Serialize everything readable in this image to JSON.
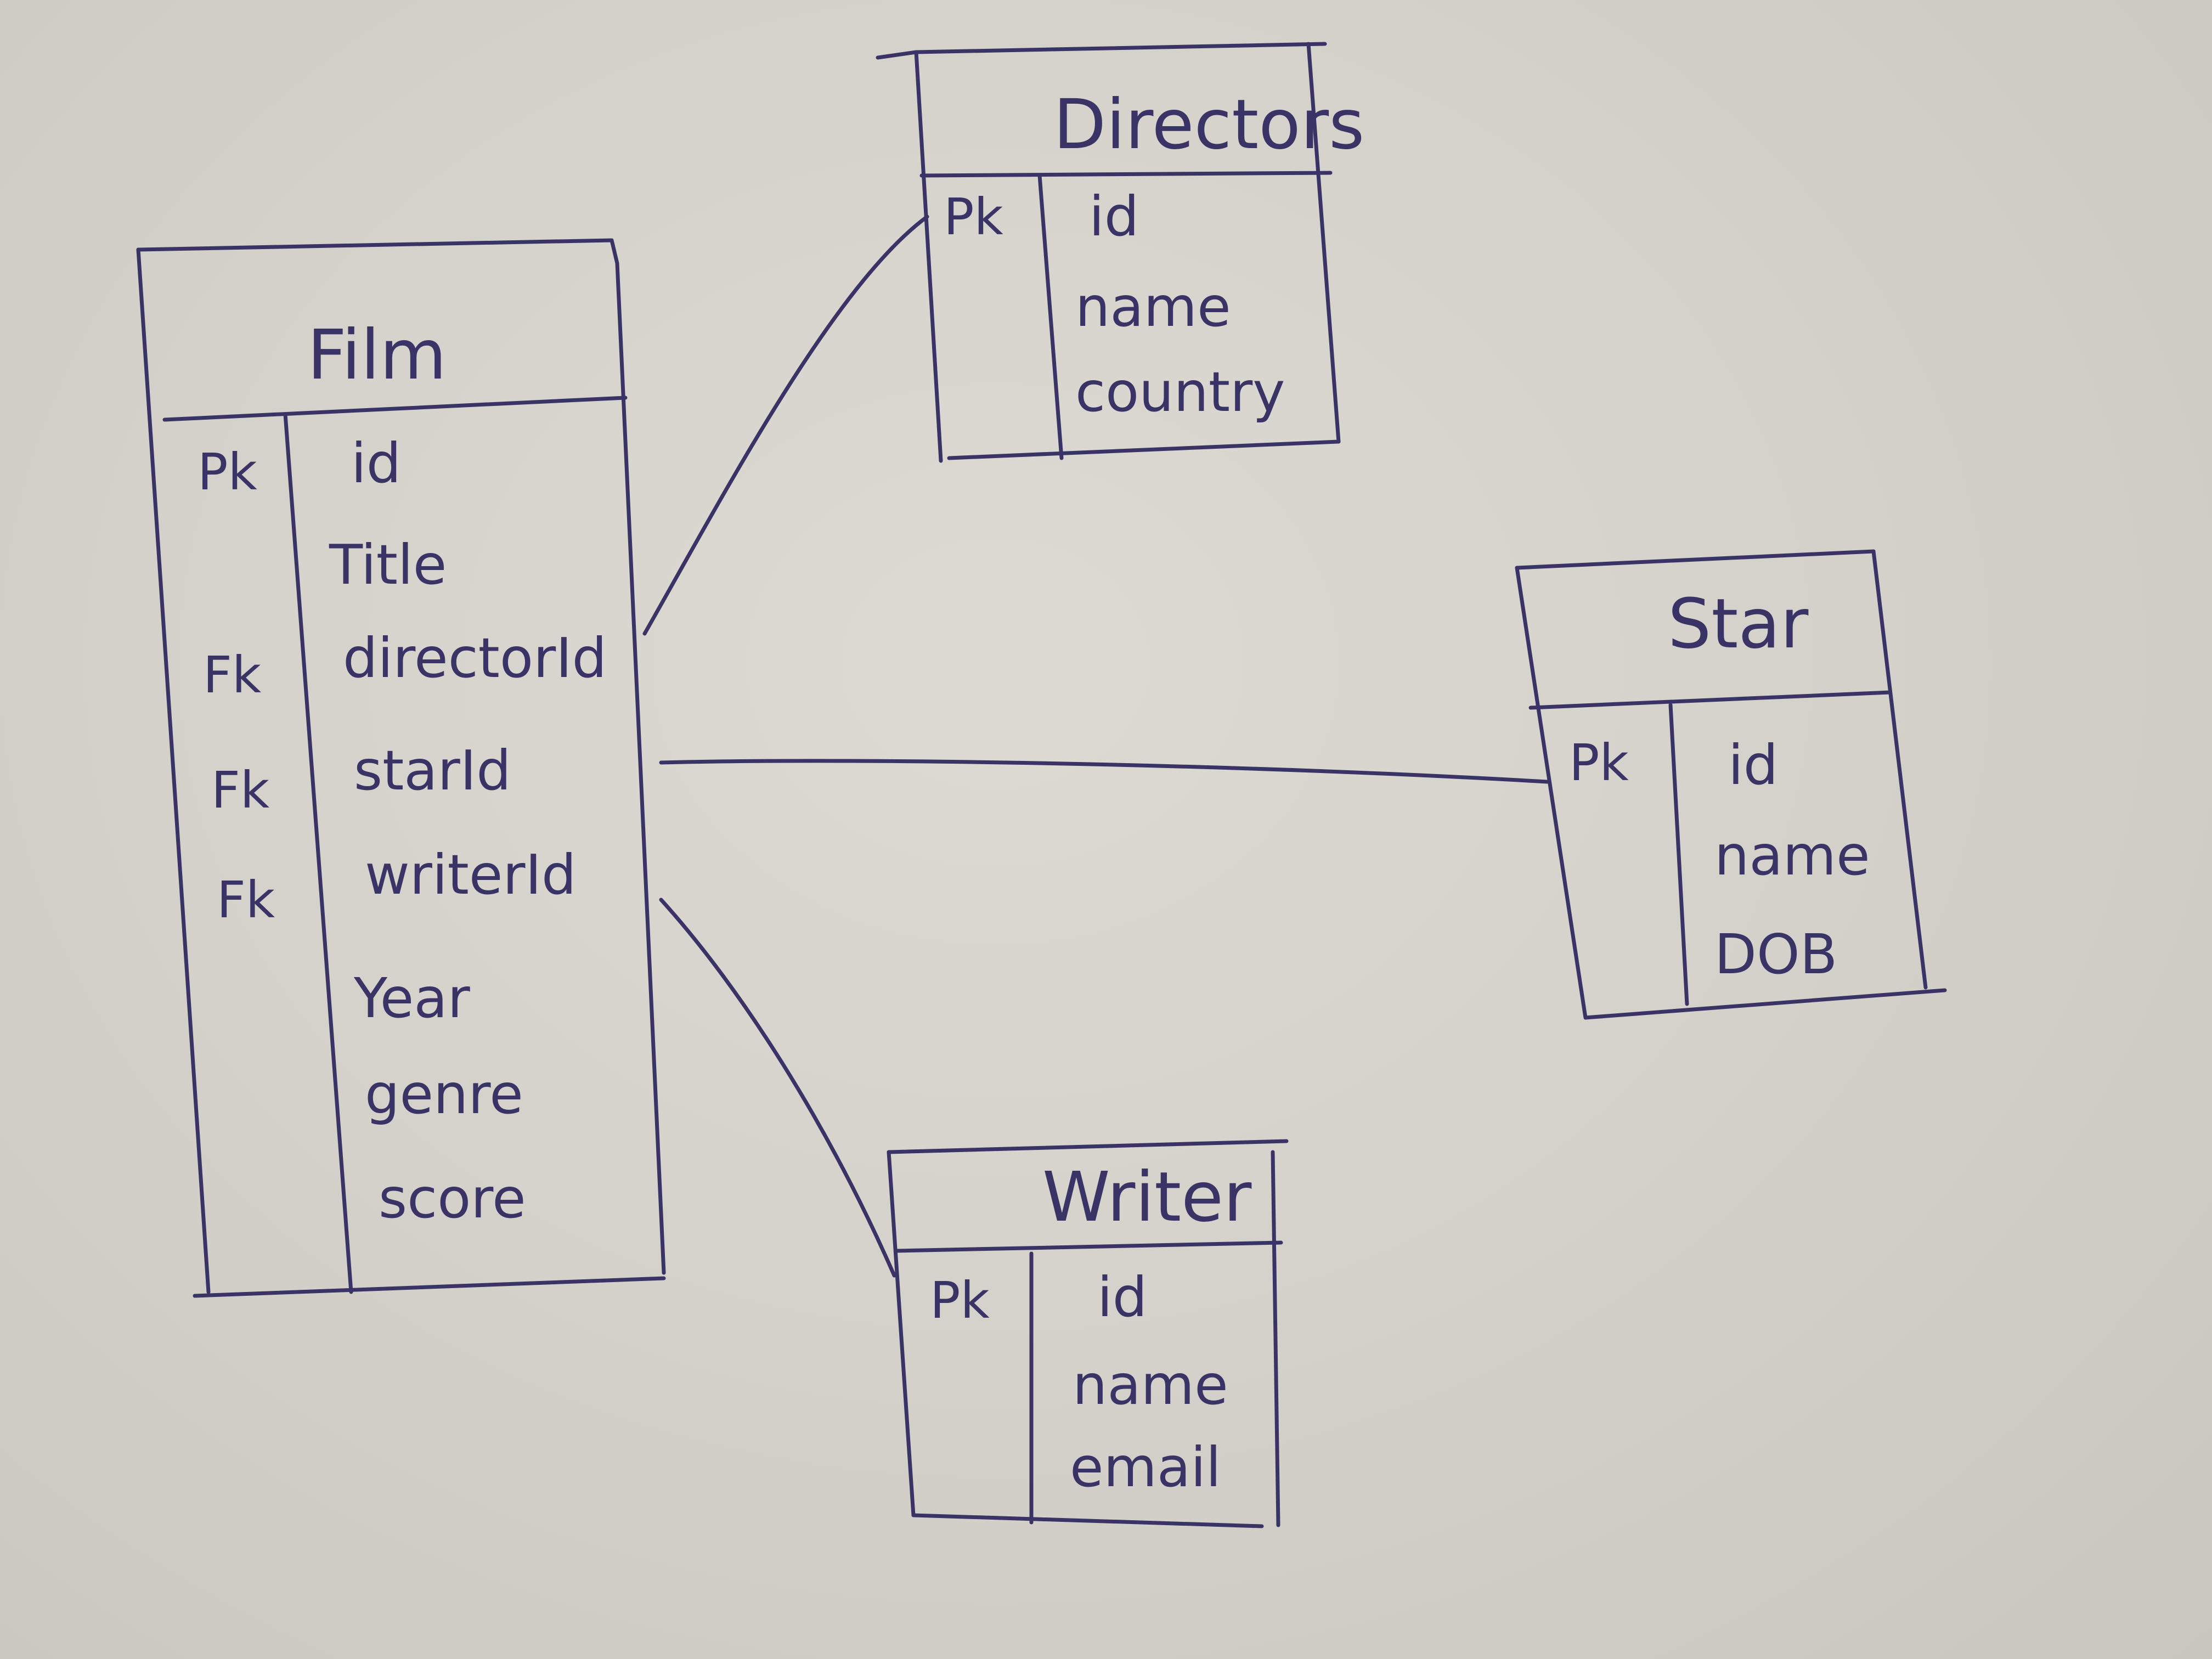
{
  "entities": {
    "film": {
      "title": "Film",
      "rows": [
        {
          "key": "Pk",
          "field": "id"
        },
        {
          "key": "",
          "field": "Title"
        },
        {
          "key": "Fk",
          "field": "directorId"
        },
        {
          "key": "Fk",
          "field": "starId"
        },
        {
          "key": "Fk",
          "field": "writerId"
        },
        {
          "key": "",
          "field": "Year"
        },
        {
          "key": "",
          "field": "genre"
        },
        {
          "key": "",
          "field": "score"
        }
      ]
    },
    "directors": {
      "title": "Directors",
      "rows": [
        {
          "key": "Pk",
          "field": "id"
        },
        {
          "key": "",
          "field": "name"
        },
        {
          "key": "",
          "field": "country"
        }
      ]
    },
    "star": {
      "title": "Star",
      "rows": [
        {
          "key": "Pk",
          "field": "id"
        },
        {
          "key": "",
          "field": "name"
        },
        {
          "key": "",
          "field": "DOB"
        }
      ]
    },
    "writer": {
      "title": "Writer",
      "rows": [
        {
          "key": "Pk",
          "field": "id"
        },
        {
          "key": "",
          "field": "name"
        },
        {
          "key": "",
          "field": "email"
        }
      ]
    }
  },
  "relationships": [
    {
      "from": "Film",
      "to": "Directors"
    },
    {
      "from": "Film",
      "to": "Star"
    },
    {
      "from": "Film",
      "to": "Writer"
    }
  ],
  "colors": {
    "ink": "#3a3466",
    "paper": "#d4d1ca"
  }
}
